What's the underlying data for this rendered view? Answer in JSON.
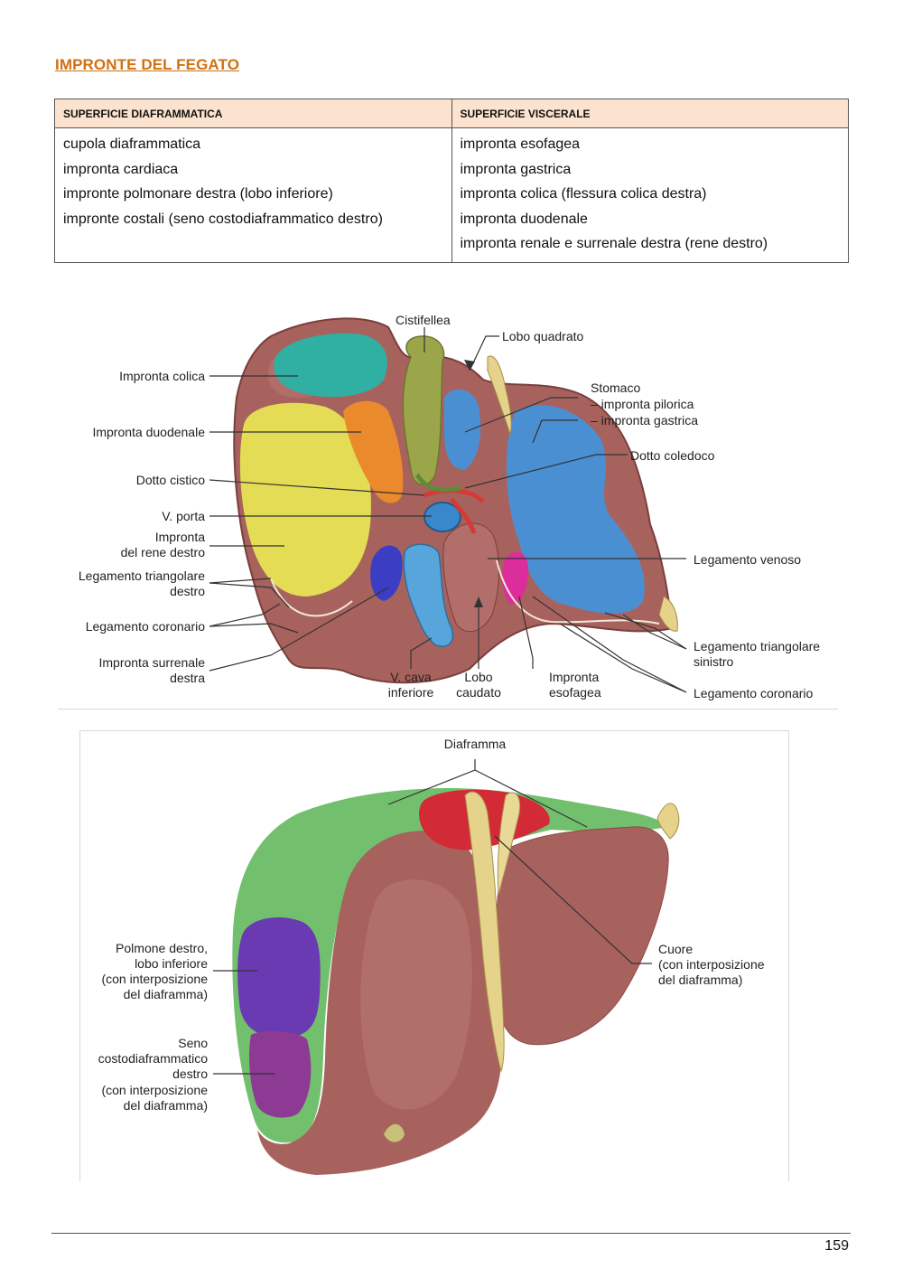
{
  "page_title": "IMPRONTE DEL FEGATO",
  "table": {
    "headers": [
      "SUPERFICIE DIAFRAMMATICA",
      "SUPERFICIE VISCERALE"
    ],
    "col1": [
      "cupola diaframmatica",
      "impronta cardiaca",
      "impronte polmonare destra (lobo inferiore)",
      "impronte costali (seno costodiaframmatico destro)"
    ],
    "col2": [
      "impronta esofagea",
      "impronta gastrica",
      "impronta colica (flessura colica destra)",
      "impronta duodenale",
      "impronta renale e surrenale destra (rene destro)"
    ]
  },
  "figure1": {
    "cistifellea": "Cistifellea",
    "lobo_quadrato": "Lobo quadrato",
    "stomaco": "Stomaco",
    "impronta_pilorica": "– impronta pilorica",
    "impronta_gastrica": "– impronta gastrica",
    "dotto_coledoco": "Dotto coledoco",
    "legamento_venoso": "Legamento venoso",
    "leg_tri_sin_1": "Legamento triangolare",
    "leg_tri_sin_2": "sinistro",
    "leg_coronario_r": "Legamento coronario",
    "impronta_colica": "Impronta colica",
    "impronta_duodenale": "Impronta duodenale",
    "dotto_cistico": "Dotto cistico",
    "v_porta": "V. porta",
    "rene_1": "Impronta",
    "rene_2": "del rene destro",
    "leg_tri_dx_1": "Legamento triangolare",
    "leg_tri_dx_2": "destro",
    "leg_coronario_l": "Legamento coronario",
    "surrenale_1": "Impronta surrenale",
    "surrenale_2": "destra",
    "vcava_1": "V. cava",
    "vcava_2": "inferiore",
    "lobo_caudato_1": "Lobo",
    "lobo_caudato_2": "caudato",
    "esofagea_1": "Impronta",
    "esofagea_2": "esofagea"
  },
  "figure2": {
    "diaframma": "Diaframma",
    "polmone_1": "Polmone destro,",
    "polmone_2": "lobo inferiore",
    "polmone_3": "(con interposizione",
    "polmone_4": "del diaframma)",
    "seno_1": "Seno",
    "seno_2": "costodiaframmatico",
    "seno_3": "destro",
    "seno_4": "(con interposizione",
    "seno_5": "del diaframma)",
    "cuore_1": "Cuore",
    "cuore_2": "(con interposizione",
    "cuore_3": "del diaframma)"
  },
  "page_number": "159",
  "colors": {
    "title": "#d1700f",
    "header_bg": "#fbe3cf",
    "liver": "#a8625e",
    "colic": "#2fb0a2",
    "duodenal": "#e4dc55",
    "renal_orange": "#ea8a2c",
    "gallbladder": "#9ba64a",
    "gastric": "#4b8fd3",
    "esophageal": "#dd2c9b",
    "suprarenal": "#3b3ec2",
    "diaphragm": "#72c06d",
    "heart": "#d22a36",
    "lung": "#6a3ab2",
    "costal": "#8c3a94"
  }
}
